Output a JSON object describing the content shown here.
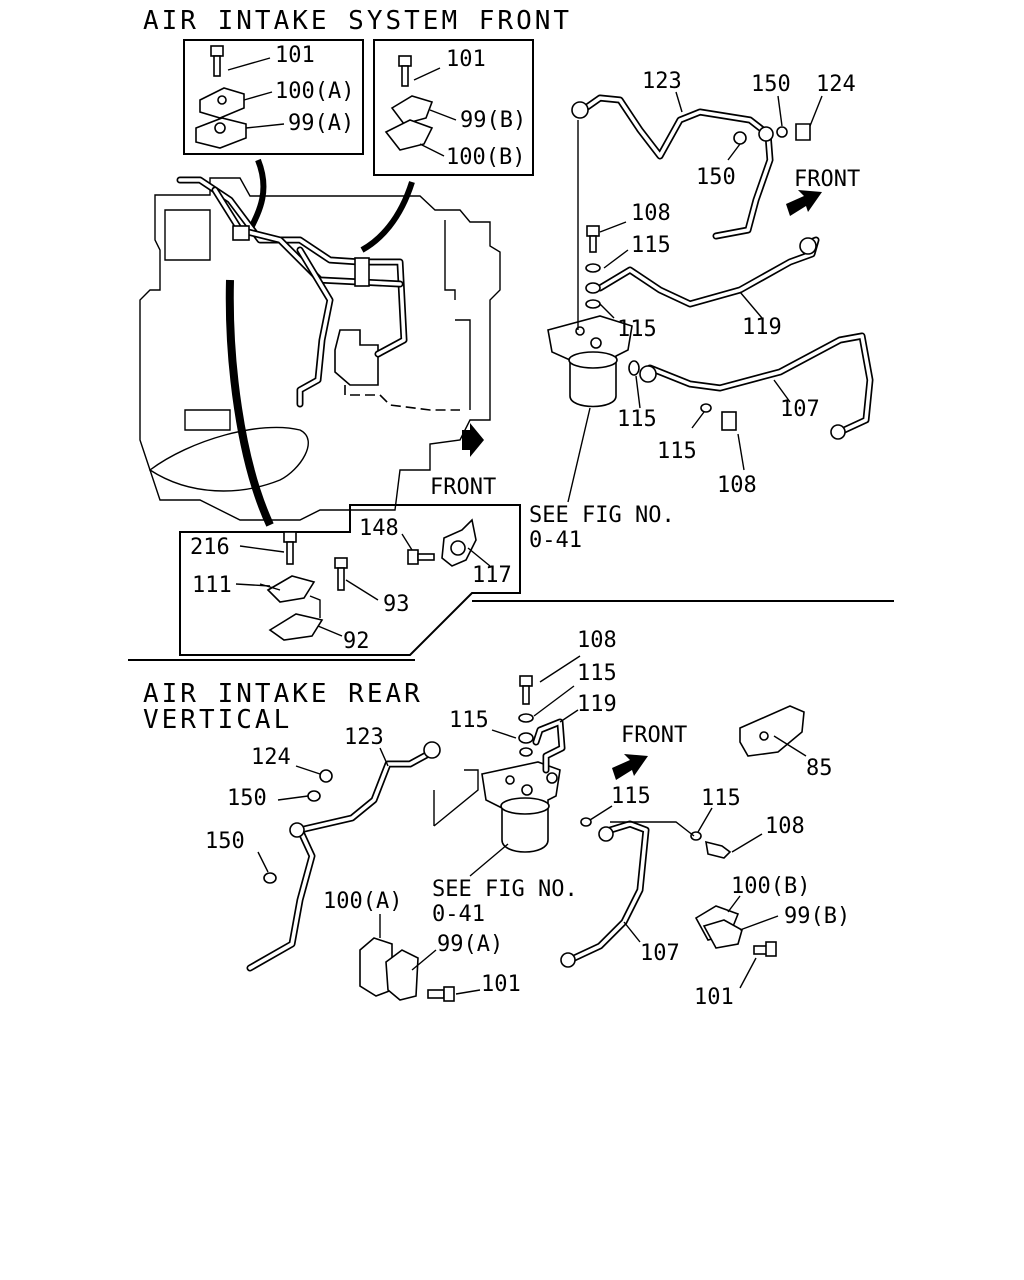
{
  "titles": {
    "front": "AIR INTAKE SYSTEM FRONT",
    "rear_line1": "AIR INTAKE REAR",
    "rear_line2": "VERTICAL"
  },
  "front_labels": {
    "front_dir_top": "FRONT",
    "front_dir_mid": "FRONT",
    "see_fig": "SEE FIG NO.",
    "fig_no": "0-41",
    "inset_a": [
      "101",
      "100(A)",
      "99(A)"
    ],
    "inset_b": [
      "101",
      "99(B)",
      "100(B)"
    ],
    "inset_c": [
      "216",
      "148",
      "111",
      "93",
      "117",
      "92"
    ],
    "callouts": [
      "123",
      "150",
      "124",
      "150",
      "108",
      "115",
      "115",
      "119",
      "115",
      "107",
      "115",
      "108"
    ]
  },
  "rear_labels": {
    "front_dir": "FRONT",
    "see_fig": "SEE FIG NO.",
    "fig_no": "0-41",
    "callouts": [
      "108",
      "115",
      "119",
      "115",
      "124",
      "123",
      "150",
      "150",
      "115",
      "115",
      "108",
      "85",
      "100(A)",
      "99(A)",
      "101",
      "107",
      "100(B)",
      "99(B)",
      "101"
    ]
  }
}
